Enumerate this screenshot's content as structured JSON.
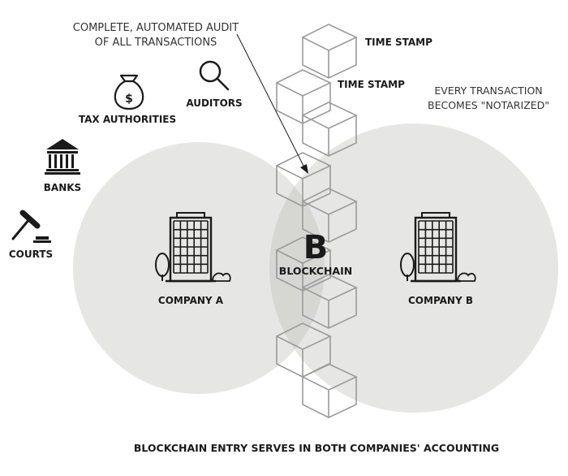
{
  "annotations": {
    "audit_line1": "COMPLETE, AUTOMATED AUDIT",
    "audit_line2": "OF ALL TRANSACTIONS",
    "notarized_line1": "EVERY TRANSACTION",
    "notarized_line2": "BECOMES \"NOTARIZED\""
  },
  "blockchain": {
    "letter": "B",
    "label": "BLOCKCHAIN",
    "time_stamp_1": "TIME STAMP",
    "time_stamp_2": "TIME STAMP"
  },
  "stakeholders": {
    "auditors": "AUDITORS",
    "tax_authorities": "TAX AUTHORITIES",
    "banks": "BANKS",
    "courts": "COURTS"
  },
  "companies": {
    "a": "COMPANY A",
    "b": "COMPANY B"
  },
  "caption": "BLOCKCHAIN ENTRY SERVES IN BOTH COMPANIES' ACCOUNTING",
  "colors": {
    "circle_fill": "#e6e6e4",
    "overlap_fill": "#d6d6d3",
    "cube_stroke": "#9a9a9a",
    "ink": "#1a1a1a"
  },
  "icons": [
    "money-bag-icon",
    "magnifier-icon",
    "bank-icon",
    "gavel-icon",
    "office-building-icon",
    "tree-icon",
    "bush-icon"
  ]
}
